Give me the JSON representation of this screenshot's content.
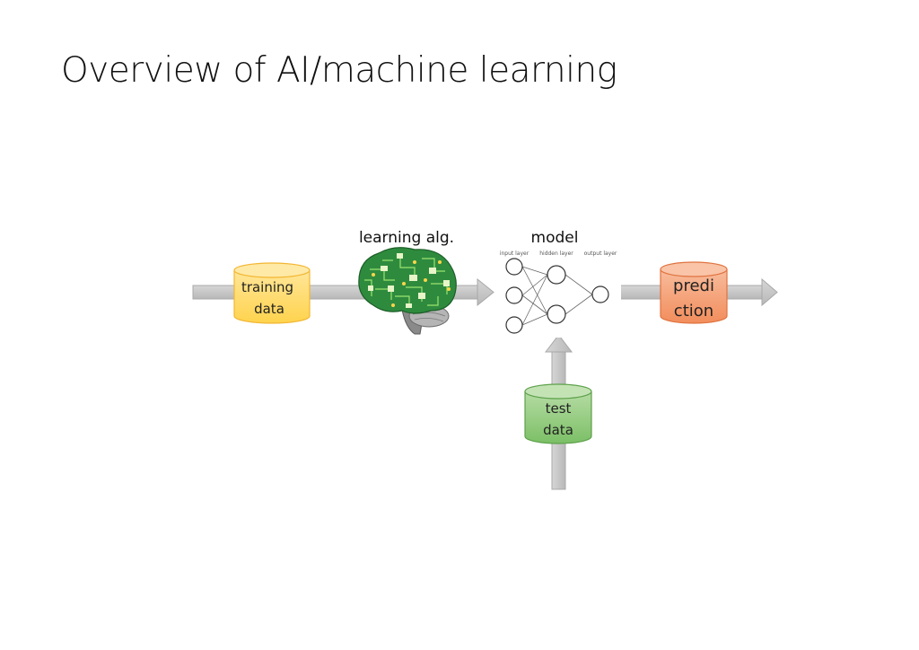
{
  "slide": {
    "title": "Overview of AI/machine learning"
  },
  "diagram": {
    "training_data": {
      "line1": "training",
      "line2": "data",
      "color": "#FFD966",
      "stroke": "#F2B632"
    },
    "learning_alg": {
      "label": "learning alg.",
      "brain_color": "#2E8B3E"
    },
    "model": {
      "label": "model",
      "input_layer": "input layer",
      "hidden_layer": "hidden layer",
      "output_layer": "output layer"
    },
    "test_data": {
      "line1": "test",
      "line2": "data",
      "color": "#8DC97A",
      "stroke": "#5DA14A"
    },
    "prediction": {
      "line1": "predi",
      "line2": "ction",
      "color": "#F5A37A",
      "stroke": "#E0733F"
    },
    "arrow_color": "#C8C8C8"
  }
}
